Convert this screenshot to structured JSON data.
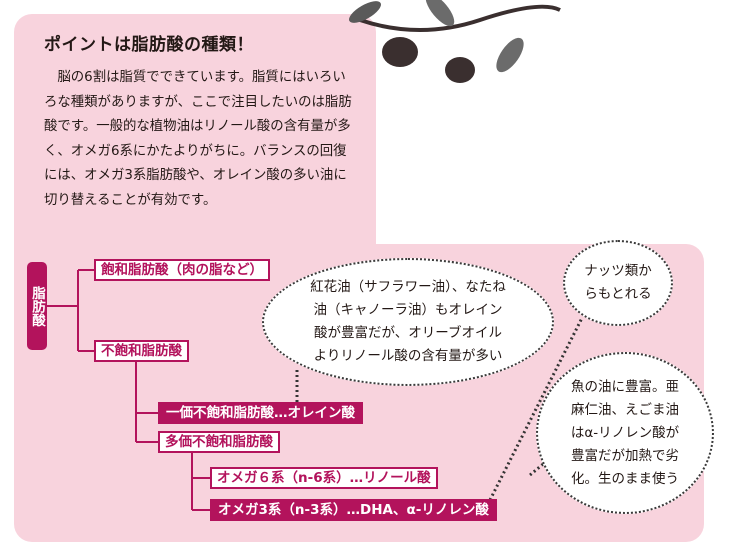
{
  "title": "ポイントは脂肪酸の種類！",
  "intro_text": "脳の6割は脂質でできています。脂質にはいろいろな種類がありますが、ここで注目したいのは脂肪酸です。一般的な植物油はリノール酸の含有量が多く、オメガ6系にかたよりがちに。バランスの回復には、オメガ3系脂肪酸や、オレイン酸の多い油に切り替えることが有効です。",
  "tree": {
    "root": "脂肪酸",
    "saturated": "飽和脂肪酸（肉の脂など）",
    "unsaturated": "不飽和脂肪酸",
    "mono": "一価不飽和脂肪酸…オレイン酸",
    "poly": "多価不飽和脂肪酸",
    "omega6": "オメガ６系（n-6系）…リノール酸",
    "omega3": "オメガ3系（n-3系）…DHA、α-リノレン酸"
  },
  "bubbles": {
    "safflower": [
      "紅花油（サフラワー油）、なたね",
      "油（キャノーラ油）もオレイン",
      "酸が豊富だが、オリーブオイル",
      "よりリノール酸の含有量が多い"
    ],
    "nuts": [
      "ナッツ類か",
      "らもとれる"
    ],
    "fish": [
      "魚の油に豊富。亜",
      "麻仁油、えごま油",
      "はα-リノレン酸が",
      "豊富だが加熱で劣",
      "化。生のまま使う"
    ]
  },
  "colors": {
    "accent": "#b3135c",
    "panel": "#f8d3dd"
  },
  "decoration": "olive-branch"
}
